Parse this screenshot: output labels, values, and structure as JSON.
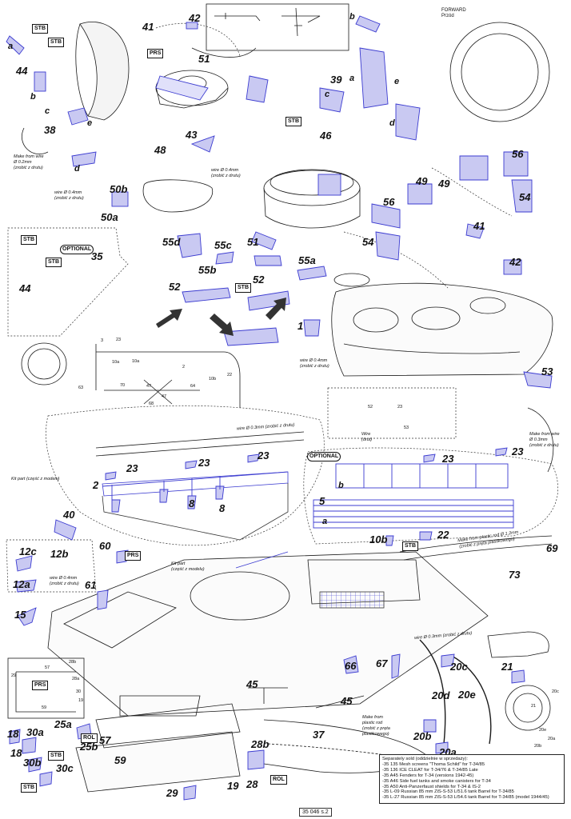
{
  "labels": {
    "l44a": "44",
    "l41": "41",
    "l42": "42",
    "l51": "51",
    "l39": "39",
    "l38": "38",
    "l43": "43",
    "l48": "48",
    "l46": "46",
    "l50b": "50b",
    "l50a": "50a",
    "l49a": "49",
    "l56a": "56",
    "l54a": "54",
    "l49b": "49",
    "l56b": "56",
    "l54b": "54",
    "l55d": "55d",
    "l55c": "55c",
    "l51b": "51",
    "l35": "35",
    "l44b": "44",
    "l55b": "55b",
    "l52a": "52",
    "l52b": "52",
    "l55a": "55a",
    "l41b": "41",
    "l42b": "42",
    "l1": "1",
    "l53": "53",
    "l23a": "23",
    "l23b": "23",
    "l23c": "23",
    "l23d": "23",
    "l23e": "23",
    "l2": "2",
    "l8a": "8",
    "l8b": "8",
    "l5": "5",
    "l40": "40",
    "l22": "22",
    "l10b": "10b",
    "l69": "69",
    "l73": "73",
    "l60": "60",
    "l12c": "12c",
    "l12b": "12b",
    "l12a": "12a",
    "l15": "15",
    "l61": "61",
    "l66": "66",
    "l67": "67",
    "l20c": "20c",
    "l20e": "20e",
    "l20d": "20d",
    "l21": "21",
    "l45a": "45",
    "l45b": "45",
    "l37": "37",
    "l20b": "20b",
    "l20a": "20a",
    "l18a": "18",
    "l30a": "30a",
    "l25a": "25a",
    "l25b": "25b",
    "l57": "57",
    "l18b": "18",
    "l30b": "30b",
    "l30c": "30c",
    "l59": "59",
    "l28b": "28b",
    "l28": "28",
    "l29": "29",
    "l19": "19",
    "sa": "a",
    "sb": "b",
    "sc": "c",
    "se": "e",
    "sd": "d"
  },
  "tags": {
    "stb1": "STB",
    "stb2": "STB",
    "prs1": "PRS",
    "stb3": "STB",
    "stb4": "STB",
    "stb5": "STB",
    "stb6": "STB",
    "stb7": "STB",
    "prs2": "PRS",
    "prs3": "PRS",
    "rol1": "ROL",
    "rol2": "ROL",
    "stb8": "STB",
    "stb9": "STB",
    "optional1": "OPTIONAL",
    "optional2": "OPTIONAL"
  },
  "notes": {
    "wire_top": "wire Ø 0.4mm",
    "wire_top_pl": "(zrobić z drutu)",
    "make_wire": "Make from wire",
    "make_wire_d": "Ø 0.2mm",
    "make_wire_pl": "(zrobić z drutu)",
    "wire_left": "wire Ø 0.4mm",
    "wire_left_pl": "(zrobić z drutu)",
    "wire_mid": "wire Ø 0.4mm",
    "wire_mid_pl": "(zrobić z drutu)",
    "wire_drut": "Wire",
    "wire_drut_pl": "(drut)",
    "make_wire_r": "Make from wire",
    "make_wire_r2": "Ø 0.3mm",
    "make_wire_r3": "(zrobić z drutu)",
    "wire_rail": "wire Ø 0.3mm (zrobić z drutu)",
    "kit_part": "Kit part (część z modelu)",
    "kit_part2": "Kit part",
    "kit_part2_pl": "(część z modelu)",
    "wire_12": "wire Ø 0.4mm",
    "wire_12_pl": "(zrobić z drutu)",
    "plastic_rod": "Make from plastic rod Ø 1.2mm",
    "plastic_rod_pl": "(zrobić z pręta plastikowego)",
    "wire_03": "wire Ø 0.3mm (zrobić z drutu)",
    "plastic_rod2": "Make from",
    "plastic_rod2b": "plastic rod",
    "plastic_rod2c": "(zrobić z pręta",
    "plastic_rod2d": "plastikowego)",
    "forward": "FORWARD",
    "przod": "Przód"
  },
  "legend": {
    "title": "Separately sold (oddzielnie w sprzedaży):",
    "lines": [
      "-35 135 Mesh screens \"Thoma Schild\" for T-34/85",
      "-35 136 ICE CLEAT for T-34/76 & T-34/85 Late",
      "-35 A45 Fenders for T-34 (versions 1942-45)",
      "-35 A46 Side fuel tanks and smoke canisters for T-34",
      "-35 A50 Anti-Panzerfaust shields for T-34 & IS-2",
      "-35 L-09 Russian 85 mm ZiS-S-53 L/51.6 tank Barrel for T-34/85",
      "-35 L-27 Russian 85 mm ZiS-S-53 L/54.6 tank Barrel for T-34/85 (model 1944/45)"
    ]
  },
  "page_number": "35 046 s.2",
  "insets": {
    "i57": "57",
    "i28b": "28b",
    "i28a": "28a",
    "i59": "59",
    "i29": "29",
    "i19": "19",
    "i30": "30",
    "r3": "3",
    "r23": "23",
    "r10a": "10a",
    "r10a2": "10a",
    "r2": "2",
    "r63": "63",
    "r70": "70",
    "r47": "47",
    "r47b": "47",
    "r68": "68",
    "r64": "64",
    "r10b": "10b",
    "r22": "22",
    "c52": "52",
    "c23": "23",
    "c53": "53",
    "t21": "21",
    "t20c": "20c",
    "t20e": "20e",
    "t20a": "20a",
    "t20b": "20b"
  },
  "colors": {
    "line": "#1a1a1a",
    "etch": "#3b3bd0",
    "etch_fill": "#c9c9f2",
    "dashed": "#333333"
  }
}
